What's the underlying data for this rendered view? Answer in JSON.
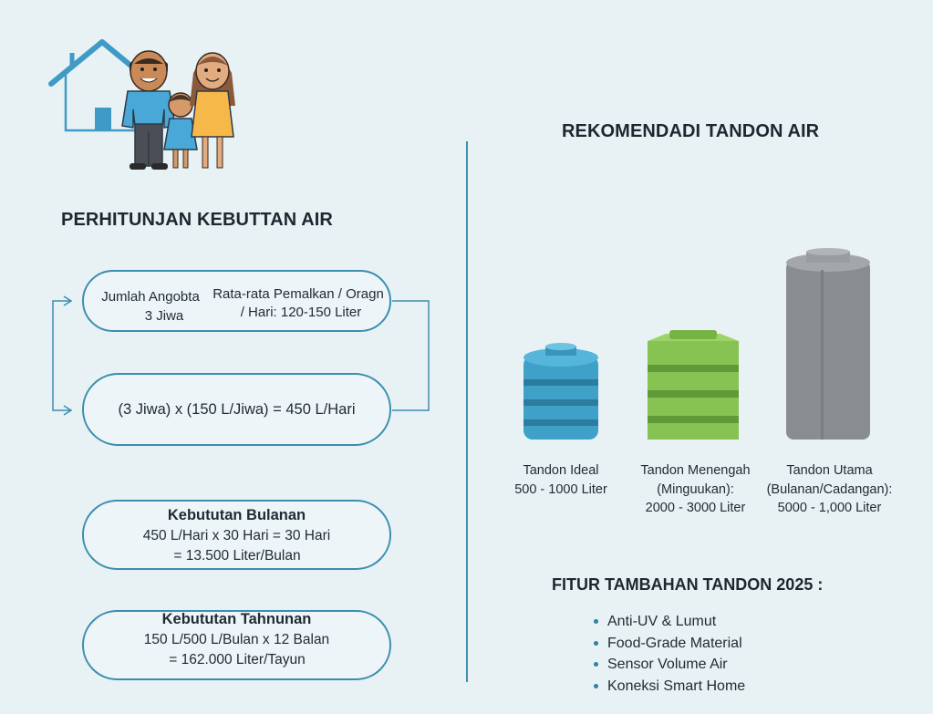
{
  "left": {
    "heading": "PERHITUNJAN KEBUTTAN AIR",
    "members": {
      "line1": "Jumlah Angobta",
      "line2": "3 Jiwa"
    },
    "usage": {
      "line1": "Rata-rata Pemalkan / Oragn",
      "line2": "/ Hari: 120-150 Liter"
    },
    "formula": "(3 Jiwa) x (150 L/Jiwa) = 450 L/Hari",
    "monthly": {
      "title": "Kebututan Bulanan",
      "line1": "450 L/Hari x 30 Hari = 30 Hari",
      "line2": "= 13.500 Liter/Bulan"
    },
    "yearly": {
      "title": "Kebututan Tahnunan",
      "line1": "150 L/500 L/Bulan x 12 Balan",
      "line2": "= 162.000 Liter/Tayun"
    }
  },
  "right": {
    "heading": "REKOMENDADI TANDON AIR",
    "tanks": [
      {
        "line1": "Tandon Ideal",
        "line2": "500 - 1000 Liter",
        "color": "#3fa1c7"
      },
      {
        "line1": "Tandon Menengah",
        "line2": "(Minguukan):",
        "line3": "2000 - 3000 Liter",
        "color": "#86c352"
      },
      {
        "line1": "Tandon Utama",
        "line2": "(Bulanan/Cadangan):",
        "line3": "5000 - 1,000 Liter",
        "color": "#8a8d8f"
      }
    ],
    "features_heading": "FITUR TAMBAHAN TANDON 2025 :",
    "features": [
      "Anti-UV & Lumut",
      "Food-Grade Material",
      "Sensor Volume Air",
      "Koneksi Smart Home"
    ]
  },
  "colors": {
    "accent": "#3c8db0",
    "background": "#e8f2f5"
  }
}
